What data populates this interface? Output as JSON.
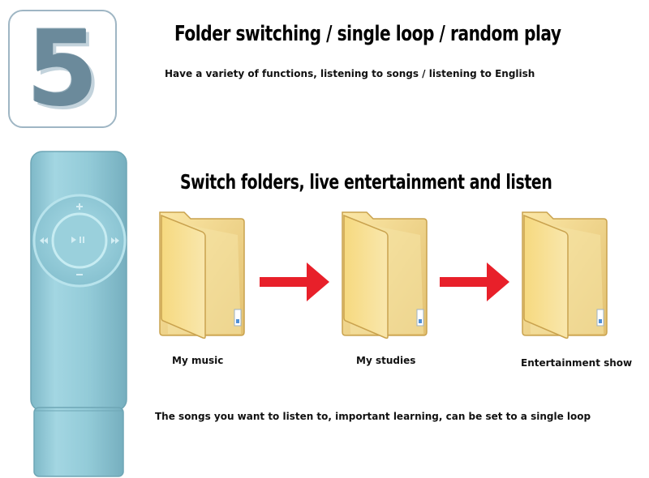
{
  "step": {
    "number": "5"
  },
  "header": {
    "title": "Folder switching / single loop / random play",
    "subtitle": "Have a variety of functions, listening to songs / listening to English"
  },
  "section": {
    "title": "Switch folders, live entertainment and listen"
  },
  "folders": [
    {
      "label": "My music",
      "icon": "folder-icon"
    },
    {
      "label": "My studies",
      "icon": "folder-icon"
    },
    {
      "label": "Entertainment show",
      "icon": "folder-icon"
    }
  ],
  "footer": {
    "caption": "The songs you want to listen to, important learning, can be set to a single loop"
  },
  "device": {
    "icons": [
      "plus-icon",
      "minus-icon",
      "previous-icon",
      "next-icon",
      "play-pause-icon"
    ]
  },
  "colors": {
    "device": "#8ec5d3",
    "badge_border": "#9fb6c4",
    "badge_number": "#6b8a9b",
    "arrow": "#e8202a",
    "folder": "#f5d98c"
  }
}
